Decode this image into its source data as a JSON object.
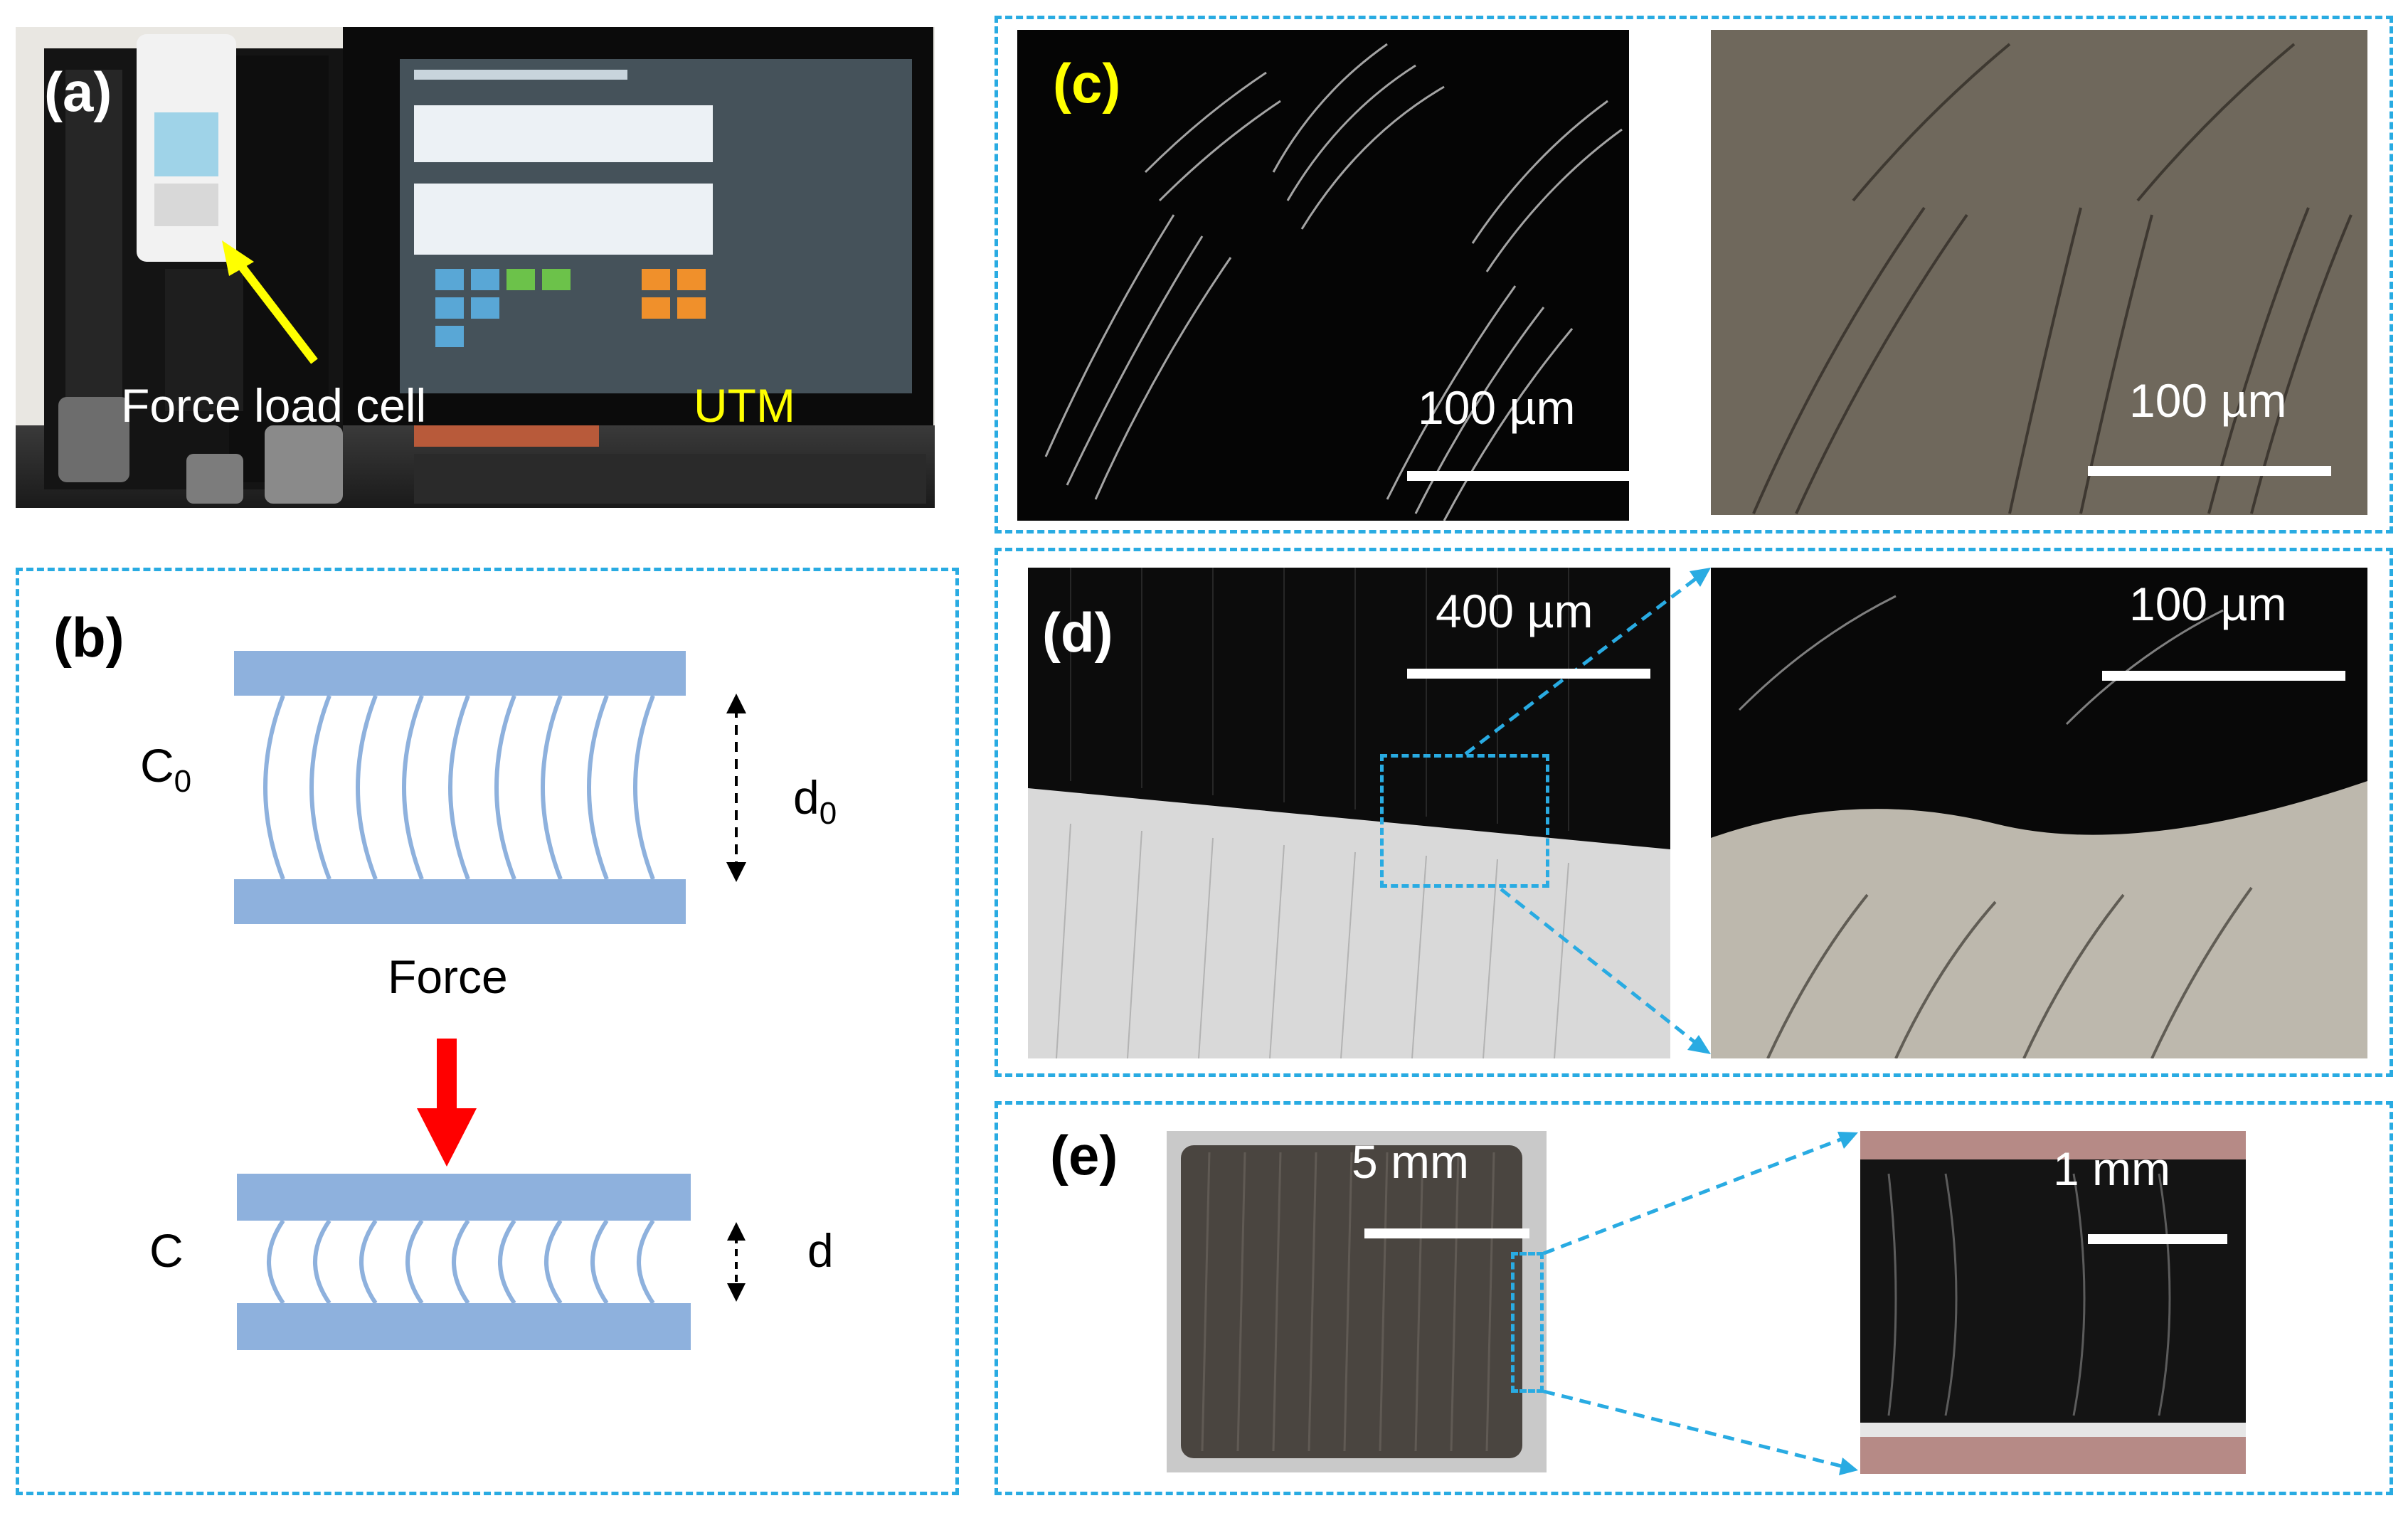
{
  "panels": {
    "a": {
      "label": "(a)",
      "annotation_load_cell": "Force load cell",
      "annotation_utm": "UTM"
    },
    "b": {
      "label": "(b)",
      "top_capacitance": "C",
      "top_capacitance_sub": "0",
      "top_distance": "d",
      "top_distance_sub": "0",
      "force_label": "Force",
      "bottom_capacitance": "C",
      "bottom_distance": "d"
    },
    "c": {
      "label": "(c)",
      "left_scale": "100 µm",
      "right_scale": "100 µm"
    },
    "d": {
      "label": "(d)",
      "left_scale": "400 µm",
      "right_scale": "100 µm"
    },
    "e": {
      "label": "(e)",
      "left_scale": "5 mm",
      "right_scale": "1 mm"
    }
  },
  "colors": {
    "frame": "#29abe2",
    "plate": "#8eb1dd",
    "arrow": "#ff0000",
    "label_yellow": "#ffff00"
  }
}
